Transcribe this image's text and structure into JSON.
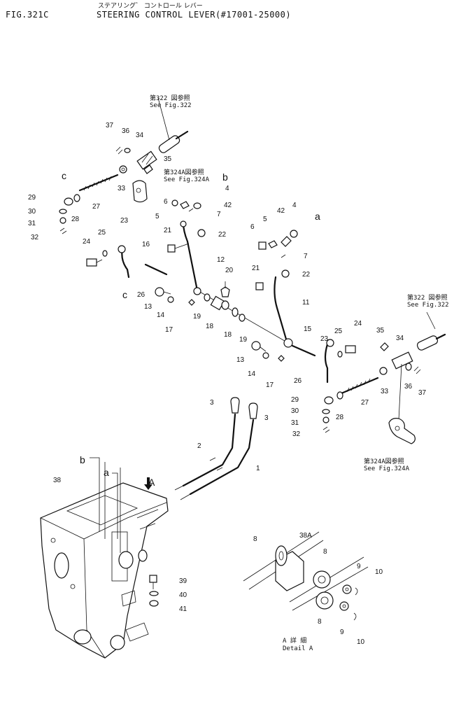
{
  "header": {
    "fig_no": "FIG.321C",
    "title_jp": "ステアリング゛ コントロール レバー",
    "title_en": "STEERING CONTROL LEVER(#17001-25000)"
  },
  "notes": {
    "fig322_top_jp": "第322 図参照",
    "fig322_top_en": "See Fig.322",
    "fig324a_left_jp": "第324A図参照",
    "fig324a_left_en": "See Fig.324A",
    "fig322_right_jp": "第322 図参照",
    "fig322_right_en": "See Fig.322",
    "fig324a_bottom_jp": "第324A図参照",
    "fig324a_bottom_en": "See Fig.324A",
    "detail_jp": "A 詳 細",
    "detail_en": "Detail A"
  },
  "callout_letters": {
    "a_right": "a",
    "a_bottom": "a",
    "b_top": "b",
    "b_bottom": "b",
    "c_top": "c",
    "c_bottom": "c",
    "A_arrow": "A"
  },
  "part_numbers": {
    "p37_top": "37",
    "p36_top": "36",
    "p34_top": "34",
    "p35_top": "35",
    "p33_top": "33",
    "p29_left": "29",
    "p30_left": "30",
    "p31_left": "31",
    "p32_left": "32",
    "p28_left": "28",
    "p27_left": "27",
    "p4_left": "4",
    "p42_left": "42",
    "p6_left": "6",
    "p5_left": "5",
    "p7_left": "7",
    "p23_left": "23",
    "p25_left": "25",
    "p24_left": "24",
    "p16": "16",
    "p26_left": "26",
    "p21_left": "21",
    "p22_left": "22",
    "p12": "12",
    "p13_left": "13",
    "p14_left": "14",
    "p17_left": "17",
    "p19_left": "19",
    "p18_left": "18",
    "p20": "20",
    "p18_right": "18",
    "p19_right": "19",
    "p6_right": "6",
    "p5_right": "5",
    "p42_right": "42",
    "p4_right": "4",
    "p7_right": "7",
    "p21_right": "21",
    "p22_right": "22",
    "p11": "11",
    "p15": "15",
    "p23_right": "23",
    "p25_right": "25",
    "p24_right": "24",
    "p13_right": "13",
    "p14_right": "14",
    "p26_right": "26",
    "p17_right": "17",
    "p35_right": "35",
    "p34_right": "34",
    "p33_right": "33",
    "p36_right": "36",
    "p37_right": "37",
    "p29_right": "29",
    "p30_right": "30",
    "p31_right": "31",
    "p32_right": "32",
    "p28_right": "28",
    "p27_right": "27",
    "p3_left": "3",
    "p3_right": "3",
    "p2": "2",
    "p1": "1",
    "p38": "38",
    "p39": "39",
    "p40": "40",
    "p41": "41",
    "p8_left": "8",
    "p38A": "38A",
    "p8_top": "8",
    "p9_top": "9",
    "p10_top": "10",
    "p8_bottom": "8",
    "p9_bottom": "9",
    "p10_bottom": "10"
  }
}
